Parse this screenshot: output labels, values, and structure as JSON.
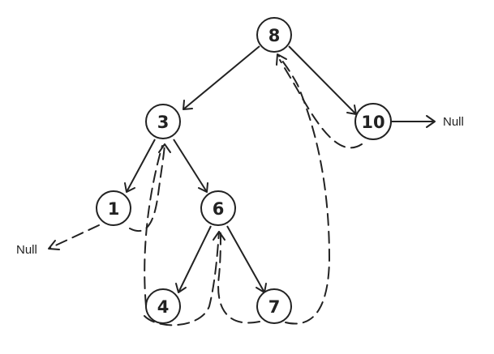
{
  "diagram": {
    "nodes": [
      {
        "id": "n8",
        "label": "8"
      },
      {
        "id": "n3",
        "label": "3"
      },
      {
        "id": "n10",
        "label": "10"
      },
      {
        "id": "n1",
        "label": "1"
      },
      {
        "id": "n6",
        "label": "6"
      },
      {
        "id": "n4",
        "label": "4"
      },
      {
        "id": "n7",
        "label": "7"
      }
    ],
    "edges": [
      {
        "from": "8",
        "to": "3",
        "style": "solid"
      },
      {
        "from": "8",
        "to": "10",
        "style": "solid"
      },
      {
        "from": "3",
        "to": "1",
        "style": "solid"
      },
      {
        "from": "3",
        "to": "6",
        "style": "solid"
      },
      {
        "from": "6",
        "to": "4",
        "style": "solid"
      },
      {
        "from": "6",
        "to": "7",
        "style": "solid"
      },
      {
        "from": "10",
        "to": "Null",
        "style": "solid"
      }
    ],
    "threads": [
      {
        "from": "1",
        "to": "Null",
        "style": "dashed"
      },
      {
        "from": "1",
        "to": "3",
        "style": "dashed"
      },
      {
        "from": "4",
        "to": "6",
        "style": "dashed"
      },
      {
        "from": "7",
        "to": "8",
        "style": "dashed"
      },
      {
        "from": "10",
        "to": "8",
        "style": "dashed"
      }
    ],
    "null_left": "Null",
    "null_right": "Null"
  }
}
